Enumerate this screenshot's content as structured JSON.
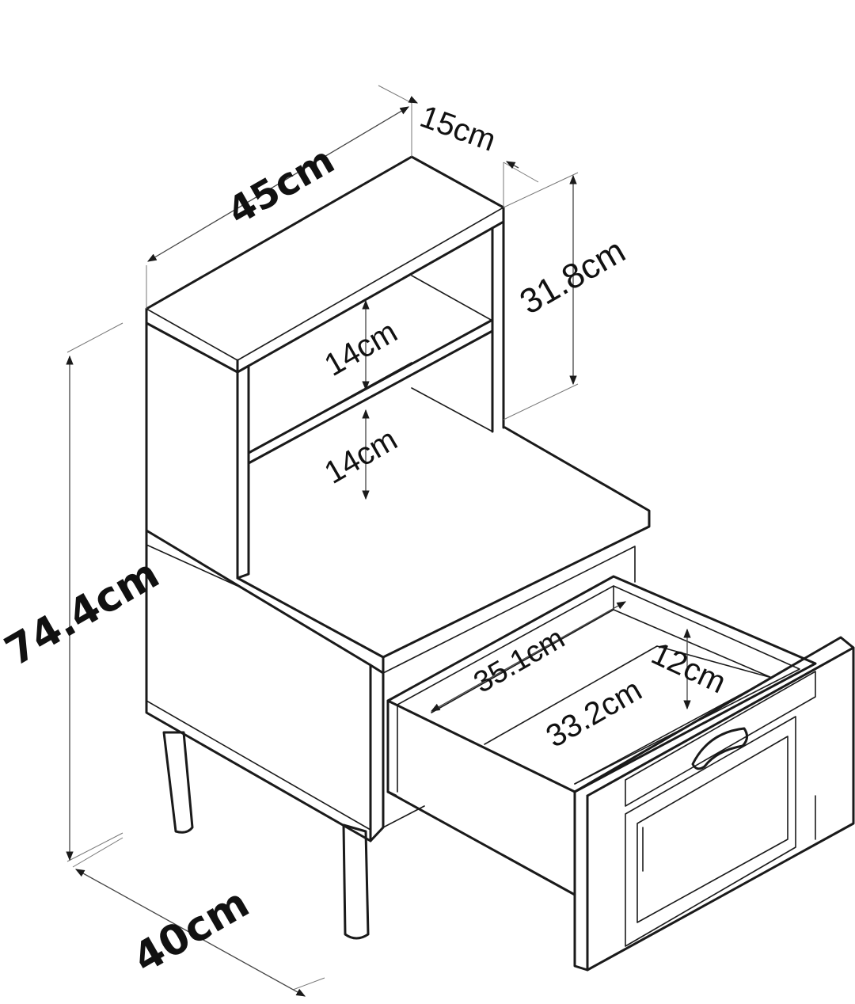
{
  "labels": {
    "width": "45cm",
    "shelf_depth": "15cm",
    "shelf_height": "31.8cm",
    "shelf_upper_gap": "14cm",
    "shelf_lower_gap": "14cm",
    "total_height": "74.4cm",
    "depth": "40cm",
    "drawer_depth": "35.1cm",
    "drawer_width": "33.2cm",
    "drawer_height": "12cm"
  },
  "colors": {
    "line": "#1a1a1a",
    "background": "#ffffff"
  }
}
